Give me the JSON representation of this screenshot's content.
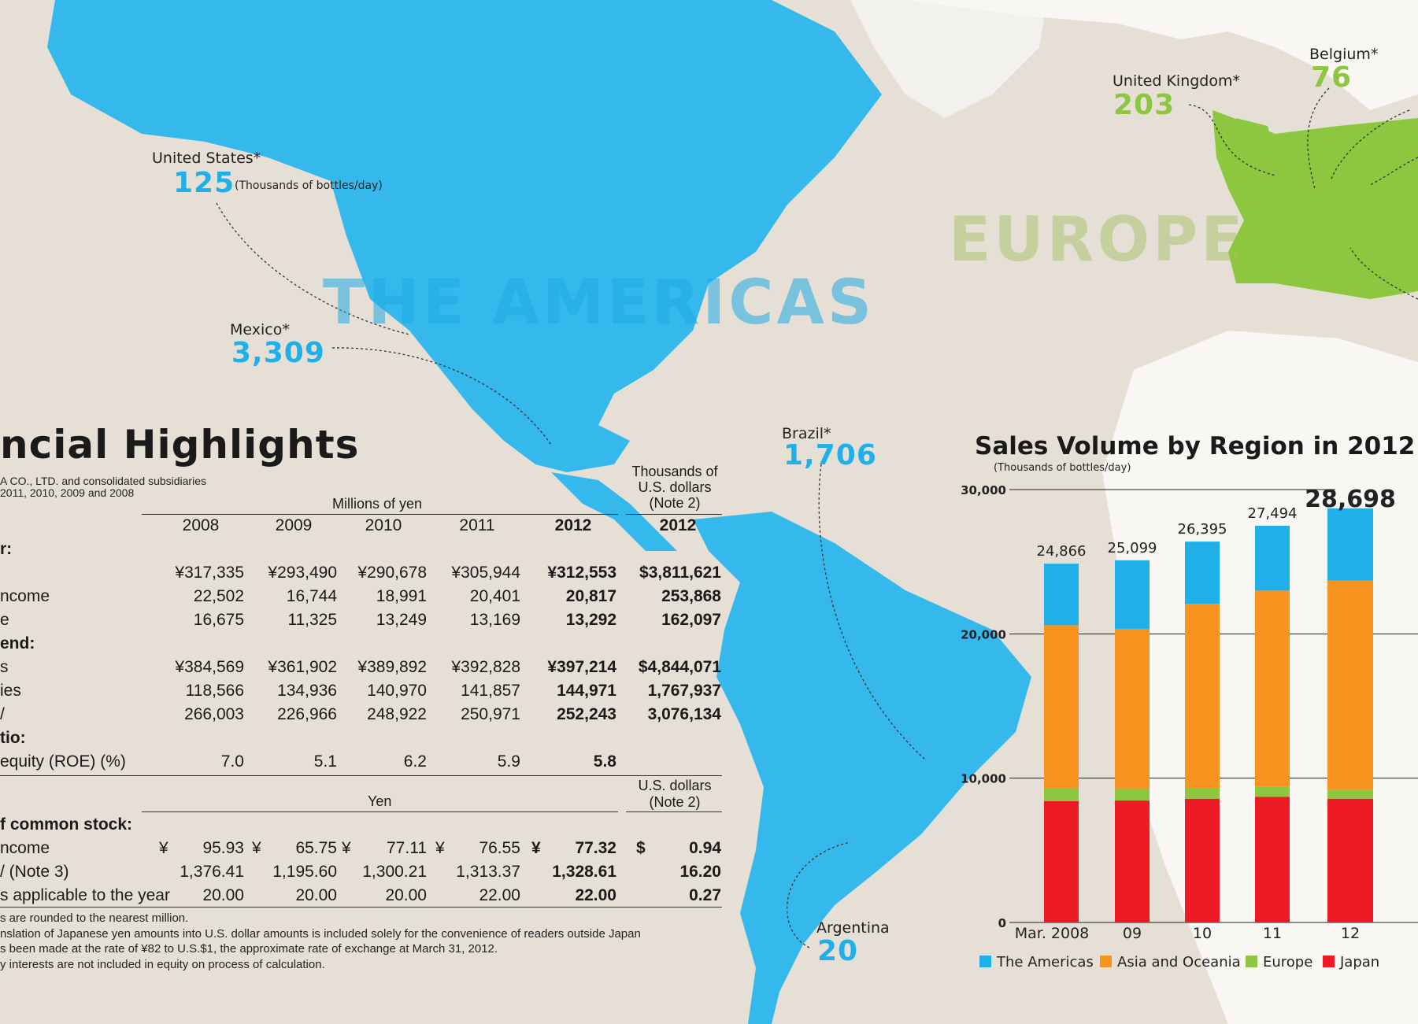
{
  "colors": {
    "americas": "#1fb0ea",
    "asia_oceania": "#f7931e",
    "europe": "#8dc63f",
    "japan": "#ed1c24",
    "land_americas": "#35b8ec",
    "land_europe": "#8dc63f",
    "background": "#e6dfd6"
  },
  "map": {
    "regions": {
      "americas": "THE AMERICAS",
      "europe": "EUROPE"
    },
    "countries": [
      {
        "key": "united_states",
        "name": "United States*",
        "value": "125",
        "unit": "(Thousands of bottles/day)",
        "color": "#1fb0ea"
      },
      {
        "key": "mexico",
        "name": "Mexico*",
        "value": "3,309",
        "color": "#1fb0ea"
      },
      {
        "key": "brazil",
        "name": "Brazil*",
        "value": "1,706",
        "color": "#1fb0ea"
      },
      {
        "key": "argentina",
        "name": "Argentina",
        "value": "20",
        "color": "#1fb0ea"
      },
      {
        "key": "united_kingdom",
        "name": "United Kingdom*",
        "value": "203",
        "color": "#8dc63f"
      },
      {
        "key": "belgium",
        "name": "Belgium*",
        "value": "76",
        "color": "#8dc63f"
      }
    ]
  },
  "financial": {
    "title": "ncial Highlights",
    "subtitle1": "A CO., LTD. and consolidated subsidiaries",
    "subtitle2": " 2011, 2010, 2009 and 2008",
    "header_yen": "Millions of yen",
    "header_usd": [
      "Thousands of",
      "U.S. dollars",
      "(Note 2)"
    ],
    "years": [
      "2008",
      "2009",
      "2010",
      "2011",
      "2012",
      "2012"
    ],
    "sections": [
      {
        "label": "r:",
        "bold": true
      },
      {
        "label": "",
        "values": [
          "¥317,335",
          "¥293,490",
          "¥290,678",
          "¥305,944",
          "¥312,553",
          "$3,811,621"
        ]
      },
      {
        "label": "ncome",
        "values": [
          "22,502",
          "16,744",
          "18,991",
          "20,401",
          "20,817",
          "253,868"
        ]
      },
      {
        "label": "e",
        "values": [
          "16,675",
          "11,325",
          "13,249",
          "13,169",
          "13,292",
          "162,097"
        ]
      },
      {
        "label": "end:",
        "bold": true
      },
      {
        "label": "s",
        "values": [
          "¥384,569",
          "¥361,902",
          "¥389,892",
          "¥392,828",
          "¥397,214",
          "$4,844,071"
        ]
      },
      {
        "label": "ies",
        "values": [
          "118,566",
          "134,936",
          "140,970",
          "141,857",
          "144,971",
          "1,767,937"
        ]
      },
      {
        "label": "/",
        "values": [
          "266,003",
          "226,966",
          "248,922",
          "250,971",
          "252,243",
          "3,076,134"
        ]
      },
      {
        "label": "tio:",
        "bold": true
      },
      {
        "label": "equity (ROE) (%)",
        "values": [
          "7.0",
          "5.1",
          "6.2",
          "5.9",
          "5.8",
          ""
        ]
      }
    ],
    "header_yen2": "Yen",
    "header_usd2": [
      "U.S. dollars",
      "(Note 2)"
    ],
    "sections2": [
      {
        "label": "f common stock:",
        "bold": true
      },
      {
        "label": "ncome",
        "values": [
          "95.93",
          "65.75",
          "77.11",
          "76.55",
          "77.32",
          "0.94"
        ],
        "currency": [
          "¥",
          "¥",
          "¥",
          "¥",
          "¥",
          "$"
        ]
      },
      {
        "label": "/ (Note 3)",
        "values": [
          "1,376.41",
          "1,195.60",
          "1,300.21",
          "1,313.37",
          "1,328.61",
          "16.20"
        ]
      },
      {
        "label": "s applicable to the year",
        "values": [
          "20.00",
          "20.00",
          "20.00",
          "22.00",
          "22.00",
          "0.27"
        ]
      }
    ],
    "notes": [
      "s are rounded to the nearest million.",
      "nslation of Japanese yen amounts into U.S. dollar amounts is included solely for the convenience of readers outside Japan",
      "s been made at the rate of ¥82 to U.S.$1, the approximate rate of exchange at March 31, 2012.",
      "y interests are not included in equity on process of calculation."
    ]
  },
  "chart_data": {
    "type": "bar",
    "stacked": true,
    "title": "Sales Volume by Region in 2012",
    "ylabel": "(Thousands of bottles/day)",
    "categories": [
      "Mar. 2008",
      "09",
      "10",
      "11",
      "12"
    ],
    "yticks": [
      "0",
      "10,000",
      "20,000",
      "30,000"
    ],
    "ylim": [
      0,
      30000
    ],
    "totals": [
      "24,866",
      "25,099",
      "26,395",
      "27,494",
      "28,698"
    ],
    "series": [
      {
        "name": "Japan",
        "color": "#ed1c24",
        "values": [
          8400,
          8450,
          8580,
          8700,
          8580
        ]
      },
      {
        "name": "Europe",
        "color": "#8dc63f",
        "values": [
          900,
          800,
          700,
          700,
          600
        ]
      },
      {
        "name": "Asia and Oceania",
        "color": "#f7931e",
        "values": [
          11300,
          11100,
          12800,
          13600,
          14500
        ]
      },
      {
        "name": "The Americas",
        "color": "#1fb0ea",
        "values": [
          4266,
          4749,
          4315,
          4494,
          5018
        ]
      }
    ],
    "legend_order": [
      "The Americas",
      "Asia and Oceania",
      "Europe",
      "Japan"
    ],
    "legend_position": "bottom"
  }
}
